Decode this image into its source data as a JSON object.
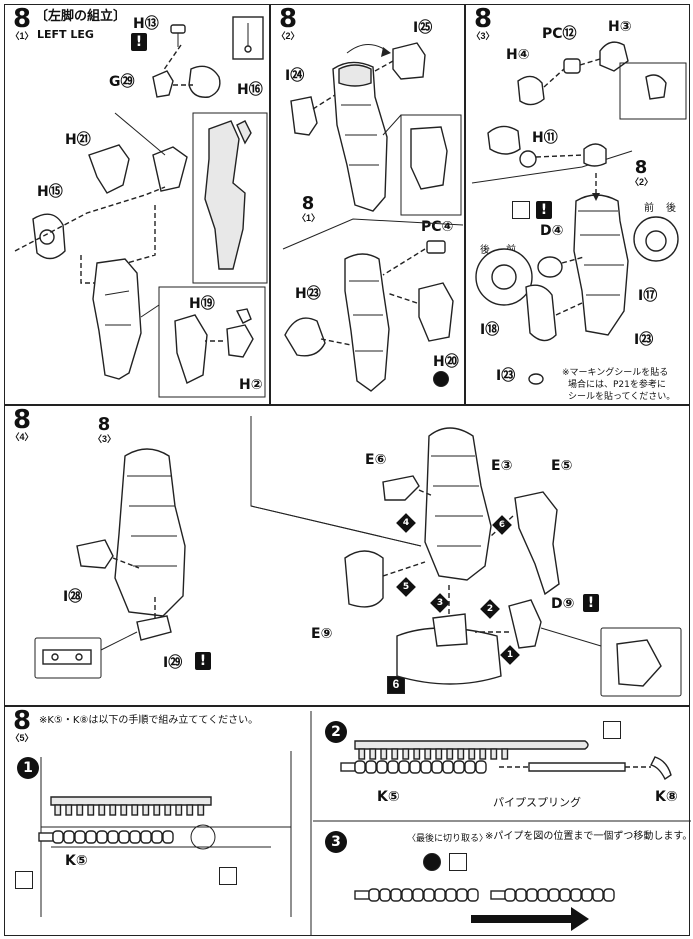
{
  "step8_1": {
    "step_number": "8",
    "sub": "〈1〉",
    "title_jp": "〔左脚の組立〕",
    "title_en": "LEFT LEG",
    "labels": {
      "h13": "H⑬",
      "g29": "G㉙",
      "h16": "H⑯",
      "h21": "H㉑",
      "h15": "H⑮",
      "h19": "H⑲",
      "h2": "H②"
    }
  },
  "step8_2": {
    "step_number": "8",
    "sub": "〈2〉",
    "labels": {
      "i25": "I㉕",
      "i24": "I㉔",
      "ref": "8",
      "ref_sub": "〈1〉",
      "pc4": "PC④",
      "h23": "H㉓",
      "h20": "H⑳"
    }
  },
  "step8_3": {
    "step_number": "8",
    "sub": "〈3〉",
    "labels": {
      "pc12": "PC⑫",
      "h3": "H③",
      "h4": "H④",
      "h11": "H⑪",
      "ref": "8",
      "ref_sub": "〈2〉",
      "d4": "D④",
      "front": "前",
      "back": "後",
      "back2": "後",
      "front2": "前",
      "i17": "I⑰",
      "i18": "I⑱",
      "i23a": "I㉓",
      "i23b": "I㉓"
    },
    "note_lines": [
      "※マーキングシールを貼る",
      "場合には、P21を参考に",
      "シールを貼ってください。"
    ]
  },
  "step8_4": {
    "step_number": "8",
    "sub": "〈4〉",
    "labels": {
      "ref": "8",
      "ref_sub": "〈3〉",
      "i28": "I㉘",
      "i29": "I㉙",
      "e6": "E⑥",
      "e3": "E③",
      "e5": "E⑤",
      "e9": "E⑨",
      "d9": "D⑨",
      "base": "6",
      "seq1": "1",
      "seq2": "2",
      "seq3": "3",
      "seq4": "4",
      "seq5": "5",
      "seq6": "6"
    }
  },
  "step8_5": {
    "step_number": "8",
    "sub": "〈5〉",
    "note": "※K⑤・K⑧は以下の手順で組み立ててください。",
    "sub1": "1",
    "sub2": "2",
    "sub3": "3",
    "k5a": "K⑤",
    "k5b": "K⑤",
    "k8": "K⑧",
    "pipe_spring": "パイプスプリング",
    "cut_last": "〈最後に切り取る〉",
    "move_note": "※パイプを図の位置まで一個ずつ移動します。"
  }
}
